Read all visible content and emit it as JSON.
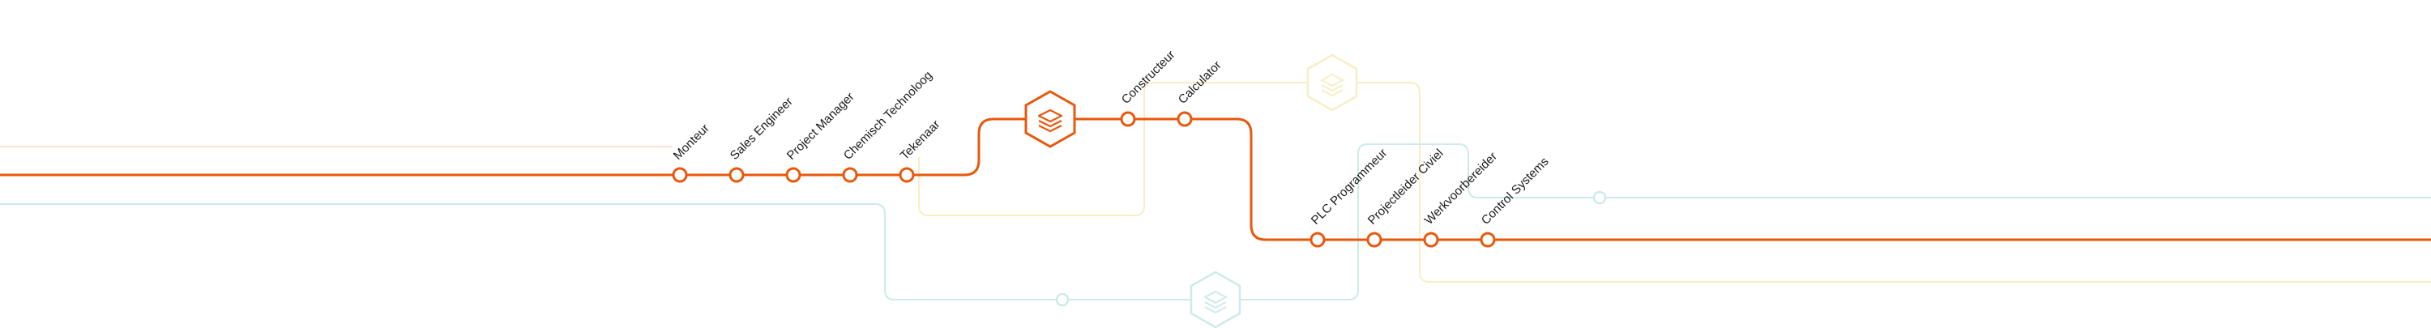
{
  "colors": {
    "active": "#e8580c",
    "faded_peach": "#fbe2d2",
    "faded_yellow": "#f8eec4",
    "faded_teal": "#cdebe8",
    "station_fill": "#ffffff",
    "label": "#1a1a1a"
  },
  "icons": {
    "hub_primary": "layers-hex-icon",
    "hub_yellow": "layers-hex-icon",
    "hub_teal": "layers-hex-icon"
  },
  "stations": [
    {
      "label": "Monteur"
    },
    {
      "label": "Sales Engineer"
    },
    {
      "label": "Project Manager"
    },
    {
      "label": "Chemisch Technoloog"
    },
    {
      "label": "Tekenaar"
    },
    {
      "label": "Constructeur"
    },
    {
      "label": "Calculator"
    },
    {
      "label": "PLC Programmeur"
    },
    {
      "label": "Projectleider Civiel"
    },
    {
      "label": "Werkvoorbereider"
    },
    {
      "label": "Control Systems"
    }
  ]
}
